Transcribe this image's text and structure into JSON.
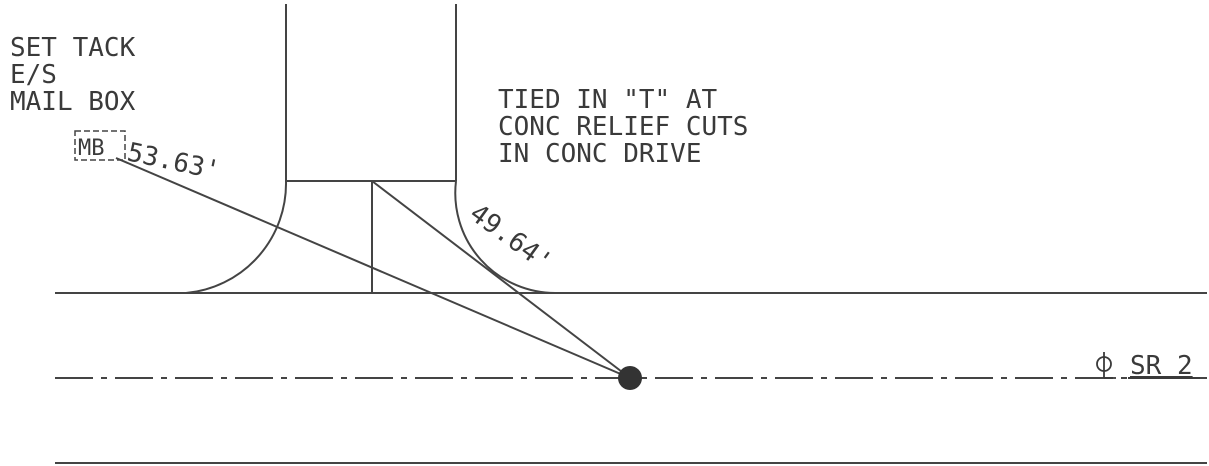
{
  "note_left": [
    "SET TACK",
    "E/S",
    "MAIL BOX"
  ],
  "note_right": [
    "TIED IN \"T\" AT",
    "CONC RELIEF CUTS",
    "IN CONC DRIVE"
  ],
  "mailbox_label": "MB",
  "dist_mailbox": "53.63'",
  "dist_drive": "49.64'",
  "centerline_label": "SR 2",
  "colors": {
    "line": "#444444",
    "text": "#3a3a3a",
    "point": "#333333",
    "background": "#ffffff"
  }
}
